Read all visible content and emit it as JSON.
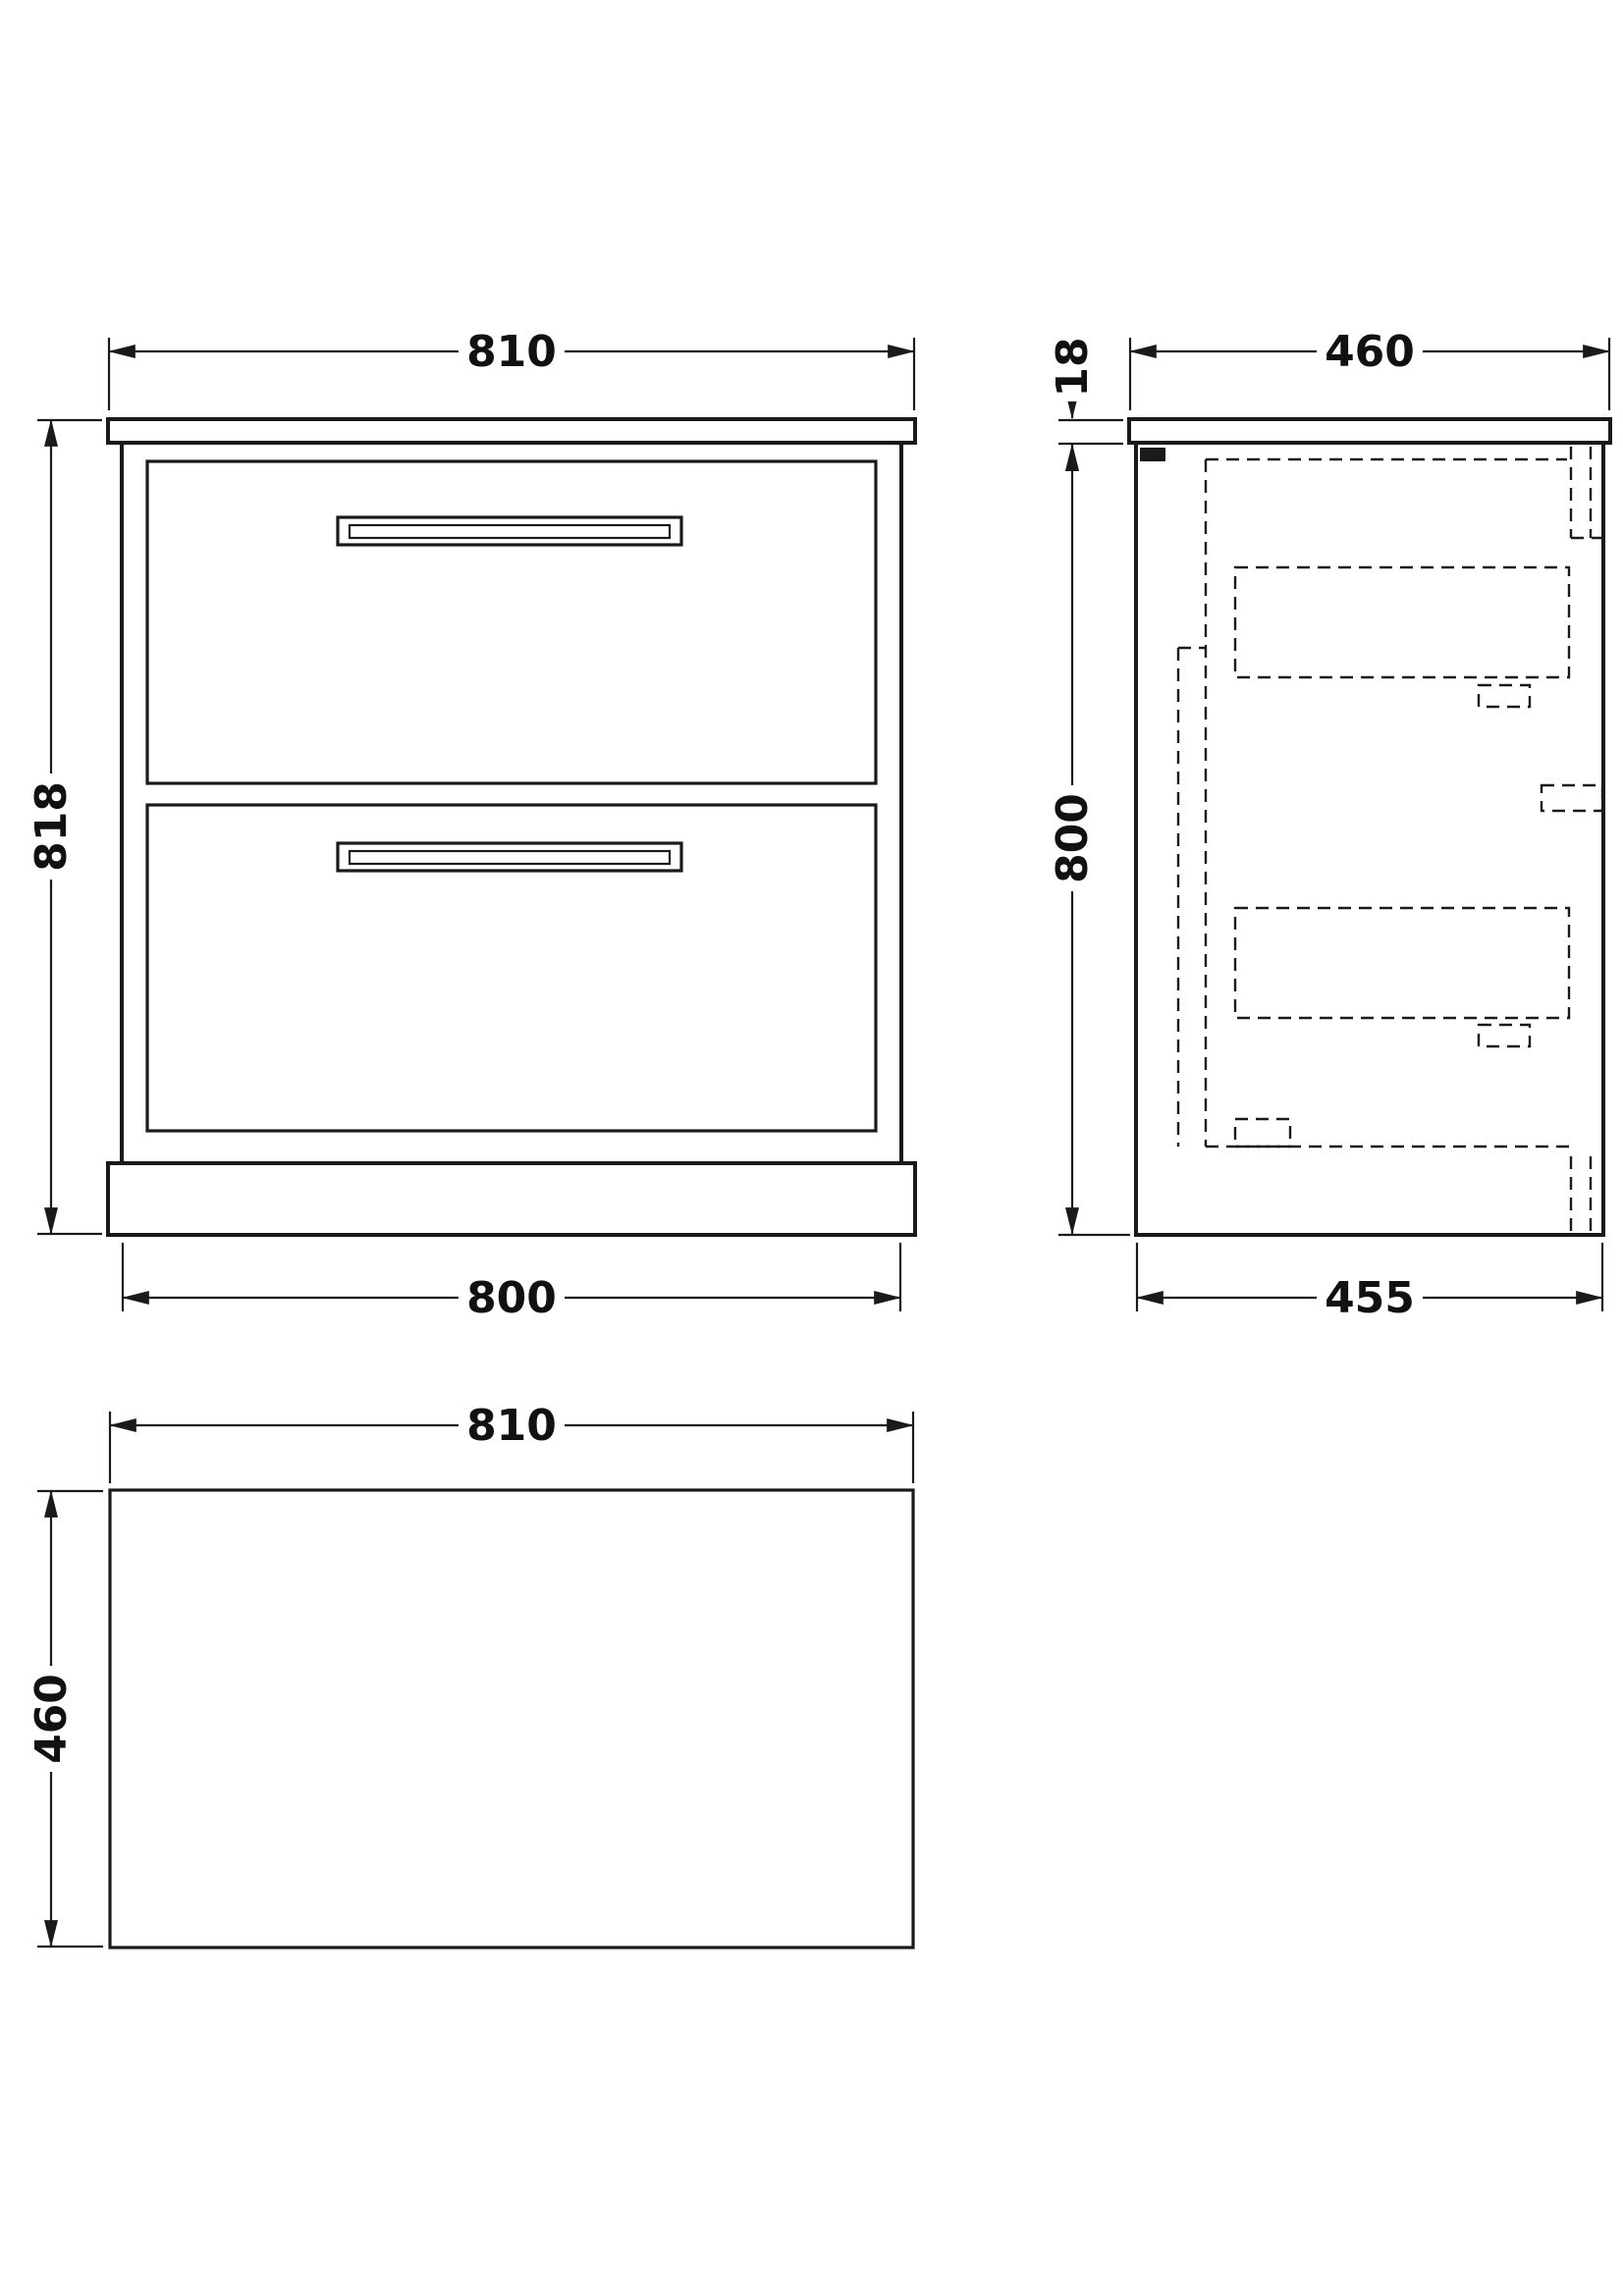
{
  "drawing": {
    "type": "technical-drawing",
    "subject": "two-drawer vanity unit, three orthographic views",
    "front": {
      "width_top": "810",
      "height": "818",
      "width_bottom": "800"
    },
    "side": {
      "depth_top": "460",
      "counter_thickness": "18",
      "height": "800",
      "depth_bottom": "455"
    },
    "plan": {
      "width": "810",
      "depth": "460"
    },
    "colors": {
      "line": "#1a1a1a",
      "background": "#ffffff"
    }
  }
}
